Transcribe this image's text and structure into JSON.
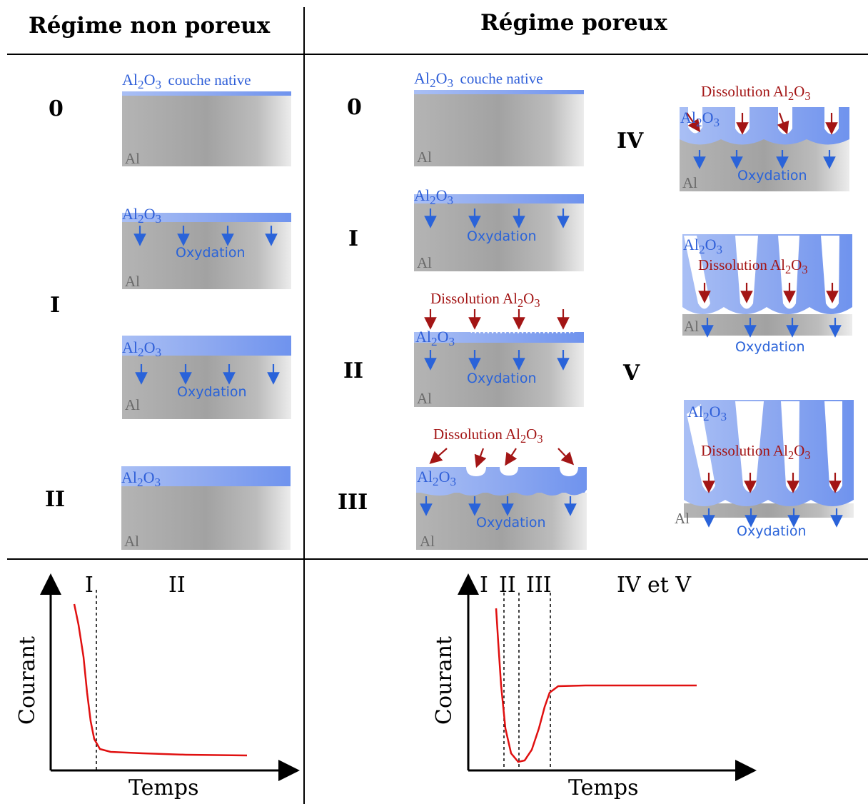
{
  "headers": {
    "left": "Régime non poreux",
    "right": "Régime poreux"
  },
  "stages": {
    "np_0": "0",
    "np_I": "I",
    "np_II": "II",
    "p_0": "0",
    "p_I": "I",
    "p_II": "II",
    "p_III": "III",
    "p_IV": "IV",
    "p_V": "V"
  },
  "labels": {
    "al": "Al",
    "oxide_base": "Al",
    "oxide_sub1": "2",
    "oxide_mid": "O",
    "oxide_sub2": "3",
    "native": "couche native",
    "oxydation": "Oxydation",
    "dissolution": "Dissolution Al"
  },
  "graphs": {
    "left": {
      "xlabel": "Temps",
      "ylabel": "Courant",
      "phases": [
        "I",
        "II"
      ]
    },
    "right": {
      "xlabel": "Temps",
      "ylabel": "Courant",
      "phases": [
        "I",
        "II",
        "III",
        "IV et V"
      ]
    }
  },
  "colors": {
    "oxide": "#7a9cf0",
    "oxide_light": "#a9bff5",
    "metal_dark": "#9a9a9a",
    "metal_light": "#e8e8e8",
    "oxydation_arrow": "#2a63d9",
    "dissolution_arrow": "#a31515",
    "curve": "#e01010"
  }
}
